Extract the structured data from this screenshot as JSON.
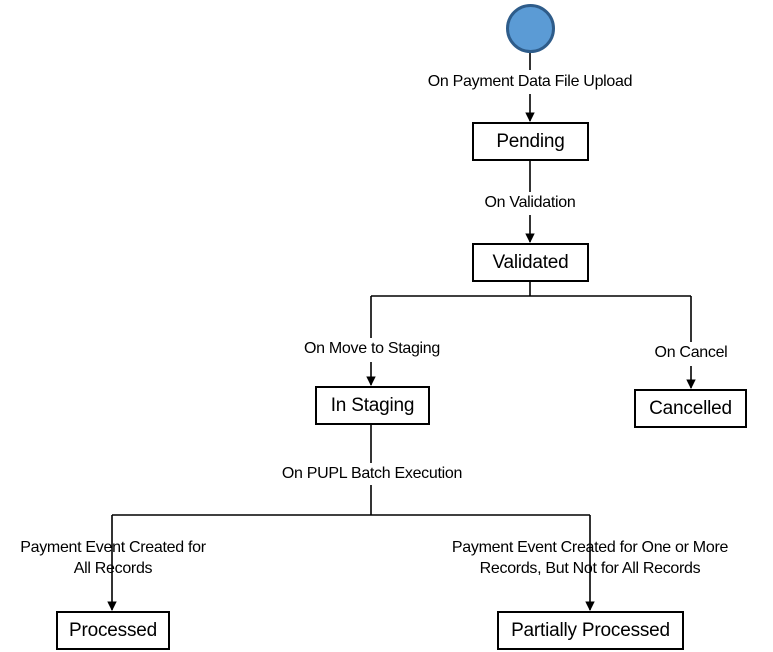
{
  "diagram": {
    "title": "Payment Data File Upload Lifecycle",
    "type": "state-diagram",
    "colors": {
      "start_fill": "#5B9BD5",
      "start_stroke": "#2E5C8A",
      "node_fill": "#FFFFFF",
      "node_stroke": "#000000",
      "edge_stroke": "#000000",
      "text": "#000000",
      "background": "#FFFFFF"
    },
    "start_node": {
      "name": "start",
      "shape": "circle"
    },
    "nodes": [
      {
        "id": "pending",
        "label": "Pending"
      },
      {
        "id": "validated",
        "label": "Validated"
      },
      {
        "id": "in_staging",
        "label": "In Staging"
      },
      {
        "id": "cancelled",
        "label": "Cancelled"
      },
      {
        "id": "processed",
        "label": "Processed"
      },
      {
        "id": "partially_processed",
        "label": "Partially Processed"
      }
    ],
    "transitions": [
      {
        "id": "t1",
        "from": "start",
        "to": "pending",
        "label": "On Payment Data File Upload"
      },
      {
        "id": "t2",
        "from": "pending",
        "to": "validated",
        "label": "On Validation"
      },
      {
        "id": "t3",
        "from": "validated",
        "to": "in_staging",
        "label": "On Move to Staging"
      },
      {
        "id": "t4",
        "from": "validated",
        "to": "cancelled",
        "label": "On Cancel"
      },
      {
        "id": "t5",
        "from": "in_staging",
        "to": "branch",
        "label": "On PUPL Batch Execution"
      },
      {
        "id": "t6",
        "from": "branch",
        "to": "processed",
        "label_line1": "Payment Event Created for",
        "label_line2": "All Records"
      },
      {
        "id": "t7",
        "from": "branch",
        "to": "partially_processed",
        "label_line1": "Payment Event Created for One or More",
        "label_line2": "Records, But Not for All Records"
      }
    ]
  }
}
